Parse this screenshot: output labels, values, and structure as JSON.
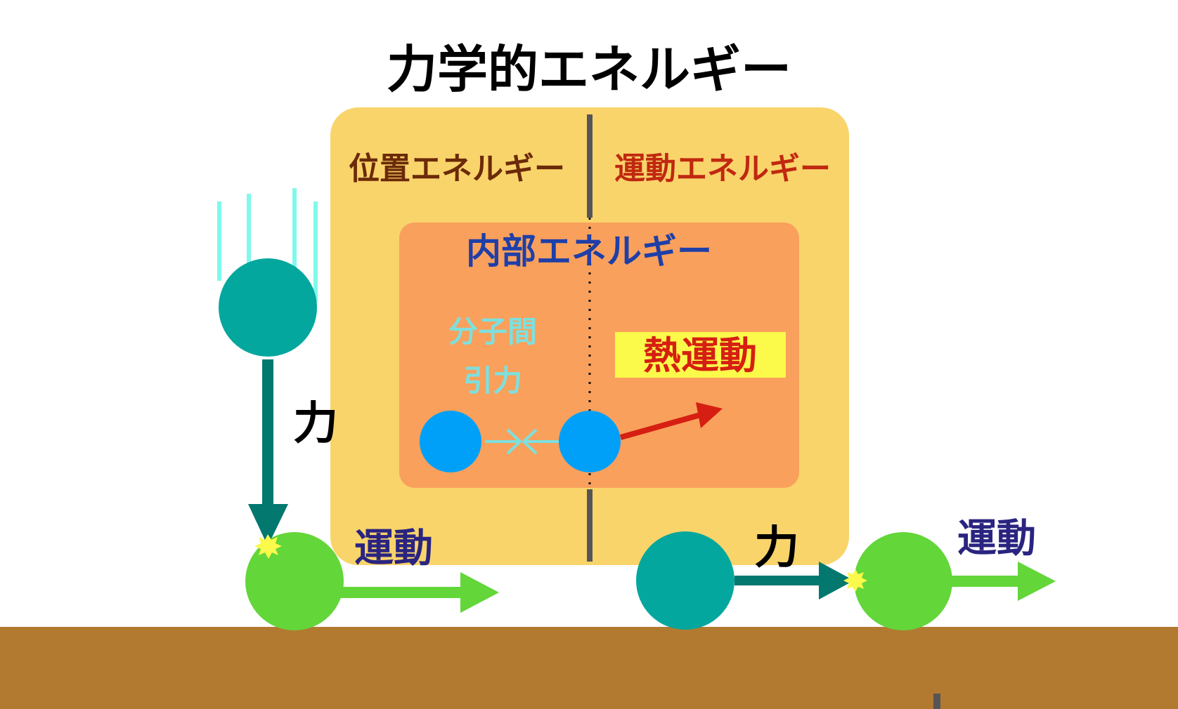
{
  "title": "力学的エネルギー",
  "labels": {
    "potential_energy": "位置エネルギー",
    "kinetic_energy": "運動エネルギー",
    "internal_energy": "内部エネルギー",
    "intermolecular": "分子間",
    "attraction": "引力",
    "thermal_motion": "熱運動",
    "force_left": "力",
    "motion_left": "運動",
    "force_right": "力",
    "motion_right": "運動"
  },
  "colors": {
    "mechanical_box": "#f9d46b",
    "internal_box": "#f9a05c",
    "ground": "#b27a30",
    "teal_ball": "#03a79e",
    "green_ball": "#63d63a",
    "molecule": "#00a0f8",
    "force_arrow": "#02786f",
    "motion_arrow": "#63d63a",
    "thermal_arrow": "#d61f12",
    "attraction_arrow": "#7de0de",
    "fall_lines": "#7ff9ea",
    "thermal_label_bg": "#fbf94a",
    "potential_text": "#6b2a08",
    "kinetic_text": "#c02810",
    "internal_text": "#1f3fa8",
    "motion_text": "#2a2480",
    "divider": "#555555"
  }
}
